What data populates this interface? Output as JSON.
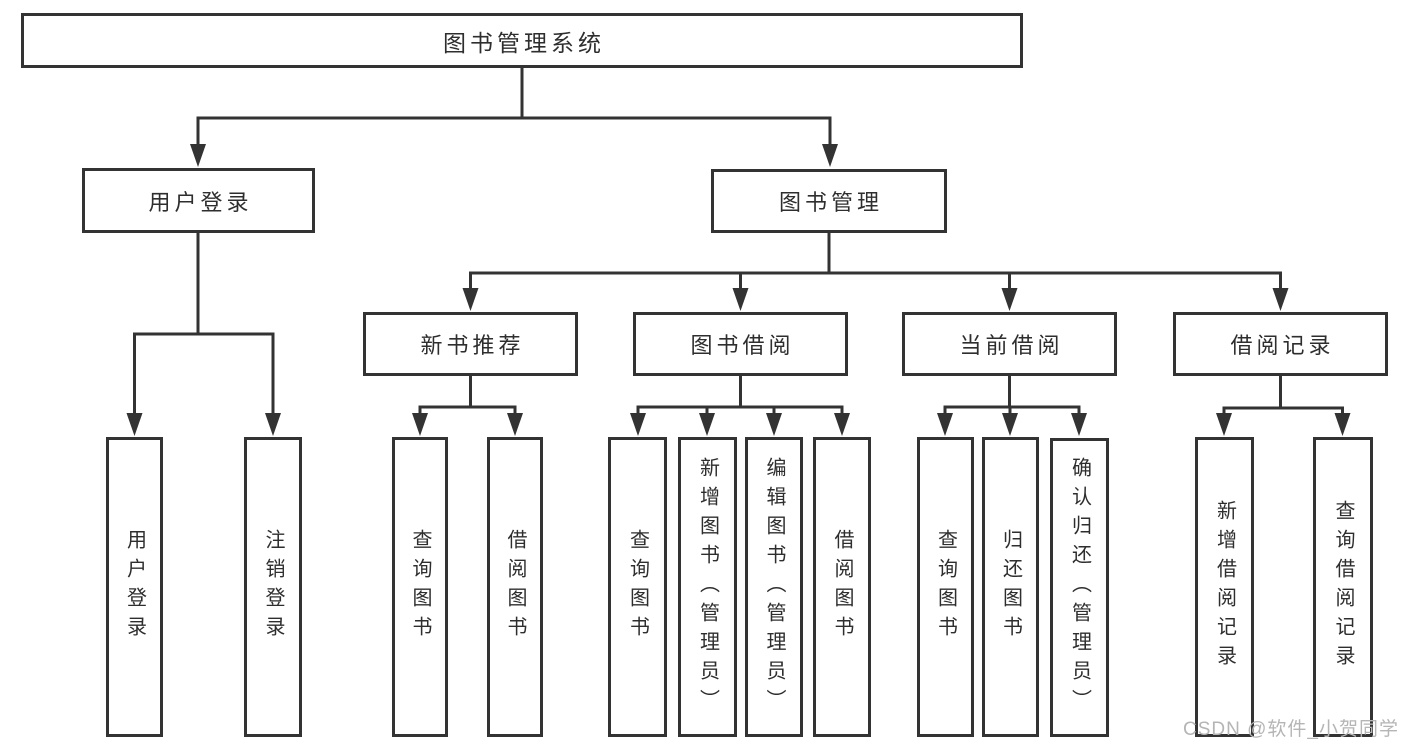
{
  "colors": {
    "line": "#333333",
    "text": "#2e2e2e",
    "background": "#ffffff",
    "watermark": "#b5b5b5"
  },
  "watermark": {
    "text": "CSDN @软件_小贺同学"
  },
  "tree": {
    "root": {
      "label": "图书管理系统",
      "children": [
        {
          "label": "用户登录",
          "children": [
            {
              "label": "用户登录"
            },
            {
              "label": "注销登录"
            }
          ]
        },
        {
          "label": "图书管理",
          "children": [
            {
              "label": "新书推荐",
              "children": [
                {
                  "label": "查询图书"
                },
                {
                  "label": "借阅图书"
                }
              ]
            },
            {
              "label": "图书借阅",
              "children": [
                {
                  "label": "查询图书"
                },
                {
                  "label": "新增图书（管理员）"
                },
                {
                  "label": "编辑图书（管理员）"
                },
                {
                  "label": "借阅图书"
                }
              ]
            },
            {
              "label": "当前借阅",
              "children": [
                {
                  "label": "查询图书"
                },
                {
                  "label": "归还图书"
                },
                {
                  "label": "确认归还（管理员）"
                }
              ]
            },
            {
              "label": "借阅记录",
              "children": [
                {
                  "label": "新增借阅记录"
                },
                {
                  "label": "查询借阅记录"
                }
              ]
            }
          ]
        }
      ]
    }
  }
}
